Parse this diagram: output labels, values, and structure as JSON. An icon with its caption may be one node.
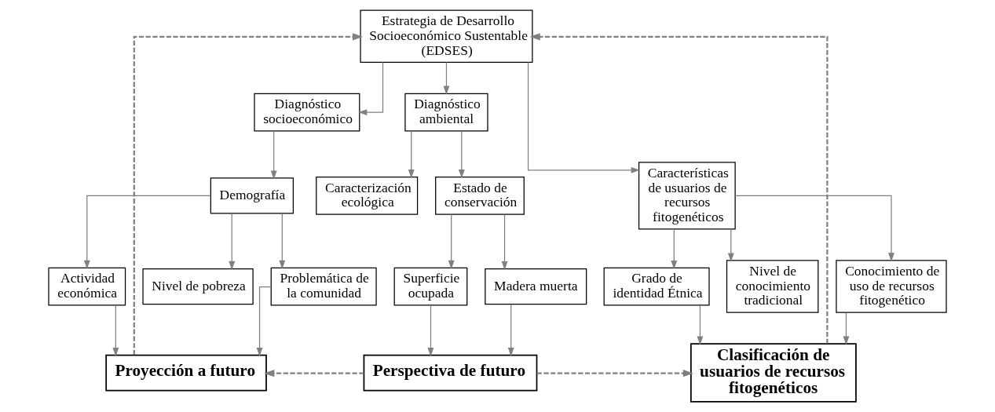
{
  "diagram": {
    "nodes": [
      {
        "text": [
          "Estrategia de Desarrollo Socioeconómico Sustentable (EDSES)"
        ]
      },
      {
        "text": [
          "Diagnóstico socioeconómico"
        ]
      },
      {
        "text": [
          "Diagnóstico ambiental"
        ]
      },
      {
        "text": [
          "Características de usuarios de recursos fitogenéticos"
        ]
      },
      {
        "text": [
          "Demografía"
        ]
      },
      {
        "text": [
          "Actividad económica"
        ]
      },
      {
        "text": [
          "Nivel de pobreza"
        ]
      },
      {
        "text": [
          "Problemática de la comunidad"
        ]
      },
      {
        "text": [
          "Caracterización ecológica"
        ]
      },
      {
        "text": [
          "Estado de conservación"
        ]
      },
      {
        "text": [
          "Superficie ocupada"
        ]
      },
      {
        "text": [
          "Madera muerta"
        ]
      },
      {
        "text": [
          "Grado de identidad Étnica"
        ]
      },
      {
        "text": [
          "Nivel de conocimiento tradicional"
        ]
      },
      {
        "text": [
          "Conocimiento de uso de recursos fitogenético"
        ]
      },
      {
        "text": [
          "Proyección a futuro"
        ]
      },
      {
        "text": [
          "Perspectiva de futuro"
        ]
      },
      {
        "text": [
          "Clasificación de usuarios de recursos fitogenéticos"
        ]
      }
    ],
    "edges": [
      {
        "from": 0,
        "to": 1,
        "arrow": "to"
      },
      {
        "from": 0,
        "to": 2,
        "arrow": "to"
      },
      {
        "from": 0,
        "to": 3,
        "arrow": "to"
      },
      {
        "from": 1,
        "to": 4,
        "arrow": "to"
      },
      {
        "from": 4,
        "to": 5,
        "arrow": "to"
      },
      {
        "from": 4,
        "to": 6,
        "arrow": "to"
      },
      {
        "from": 4,
        "to": 7,
        "arrow": "to"
      },
      {
        "from": 5,
        "to": 15,
        "arrow": "to"
      },
      {
        "from": 7,
        "to": 15,
        "arrow": "to"
      },
      {
        "from": 2,
        "to": 8,
        "arrow": "to"
      },
      {
        "from": 2,
        "to": 9,
        "arrow": "to"
      },
      {
        "from": 9,
        "to": 10,
        "arrow": "to"
      },
      {
        "from": 9,
        "to": 11,
        "arrow": "to"
      },
      {
        "from": 10,
        "to": 16,
        "arrow": "to"
      },
      {
        "from": 11,
        "to": 16,
        "arrow": "to"
      },
      {
        "from": 3,
        "to": 12,
        "arrow": "to"
      },
      {
        "from": 3,
        "to": 13,
        "arrow": "to"
      },
      {
        "from": 3,
        "to": 14,
        "arrow": "to"
      },
      {
        "from": 12,
        "to": 17,
        "arrow": "to"
      },
      {
        "from": 14,
        "to": 17,
        "arrow": "to"
      },
      {
        "from": 16,
        "to": 15,
        "arrow": "to",
        "style": "dashed"
      },
      {
        "from": 16,
        "to": 17,
        "arrow": "to",
        "style": "dashed"
      },
      {
        "from": 15,
        "to": 0,
        "arrow": "to",
        "style": "dashed"
      },
      {
        "from": 17,
        "to": 0,
        "arrow": "to",
        "style": "dashed"
      }
    ]
  }
}
